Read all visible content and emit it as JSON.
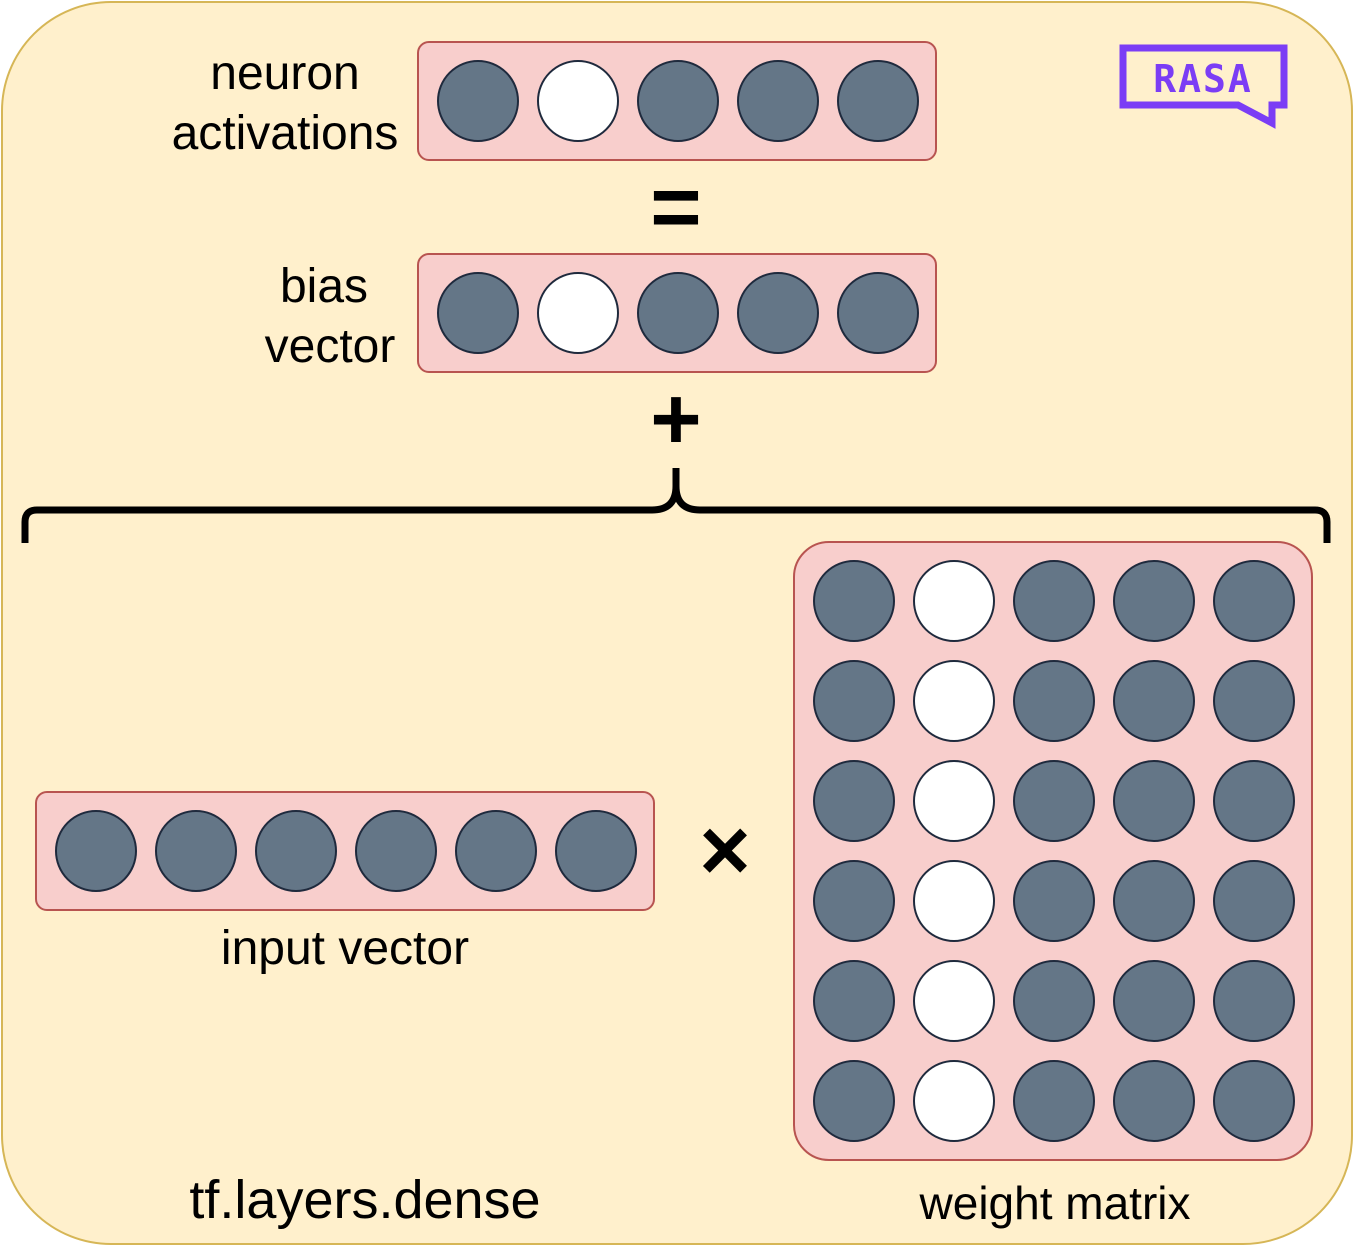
{
  "labels": {
    "neuron_activations_line1": "neuron",
    "neuron_activations_line2": "activations",
    "bias_line1": "bias",
    "bias_line2": "vector",
    "input_vector": "input vector",
    "weight_matrix": "weight matrix",
    "layer_name": "tf.layers.dense"
  },
  "operators": {
    "equals": "=",
    "plus": "+",
    "times": "×"
  },
  "logo": {
    "text": "RASA",
    "color": "#7b3df5"
  },
  "colors": {
    "panel_fill": "#fff0cc",
    "panel_border": "#d6b656",
    "vector_fill": "#f8cecc",
    "vector_border": "#b85450",
    "neuron_inactive": "#647687",
    "neuron_active": "#ffffff"
  },
  "vectors": {
    "neuron_activations": [
      0,
      1,
      0,
      0,
      0
    ],
    "bias_vector": [
      0,
      1,
      0,
      0,
      0
    ],
    "input_vector": [
      0,
      0,
      0,
      0,
      0,
      0
    ],
    "weight_matrix": [
      [
        0,
        1,
        0,
        0,
        0
      ],
      [
        0,
        1,
        0,
        0,
        0
      ],
      [
        0,
        1,
        0,
        0,
        0
      ],
      [
        0,
        1,
        0,
        0,
        0
      ],
      [
        0,
        1,
        0,
        0,
        0
      ],
      [
        0,
        1,
        0,
        0,
        0
      ]
    ]
  }
}
